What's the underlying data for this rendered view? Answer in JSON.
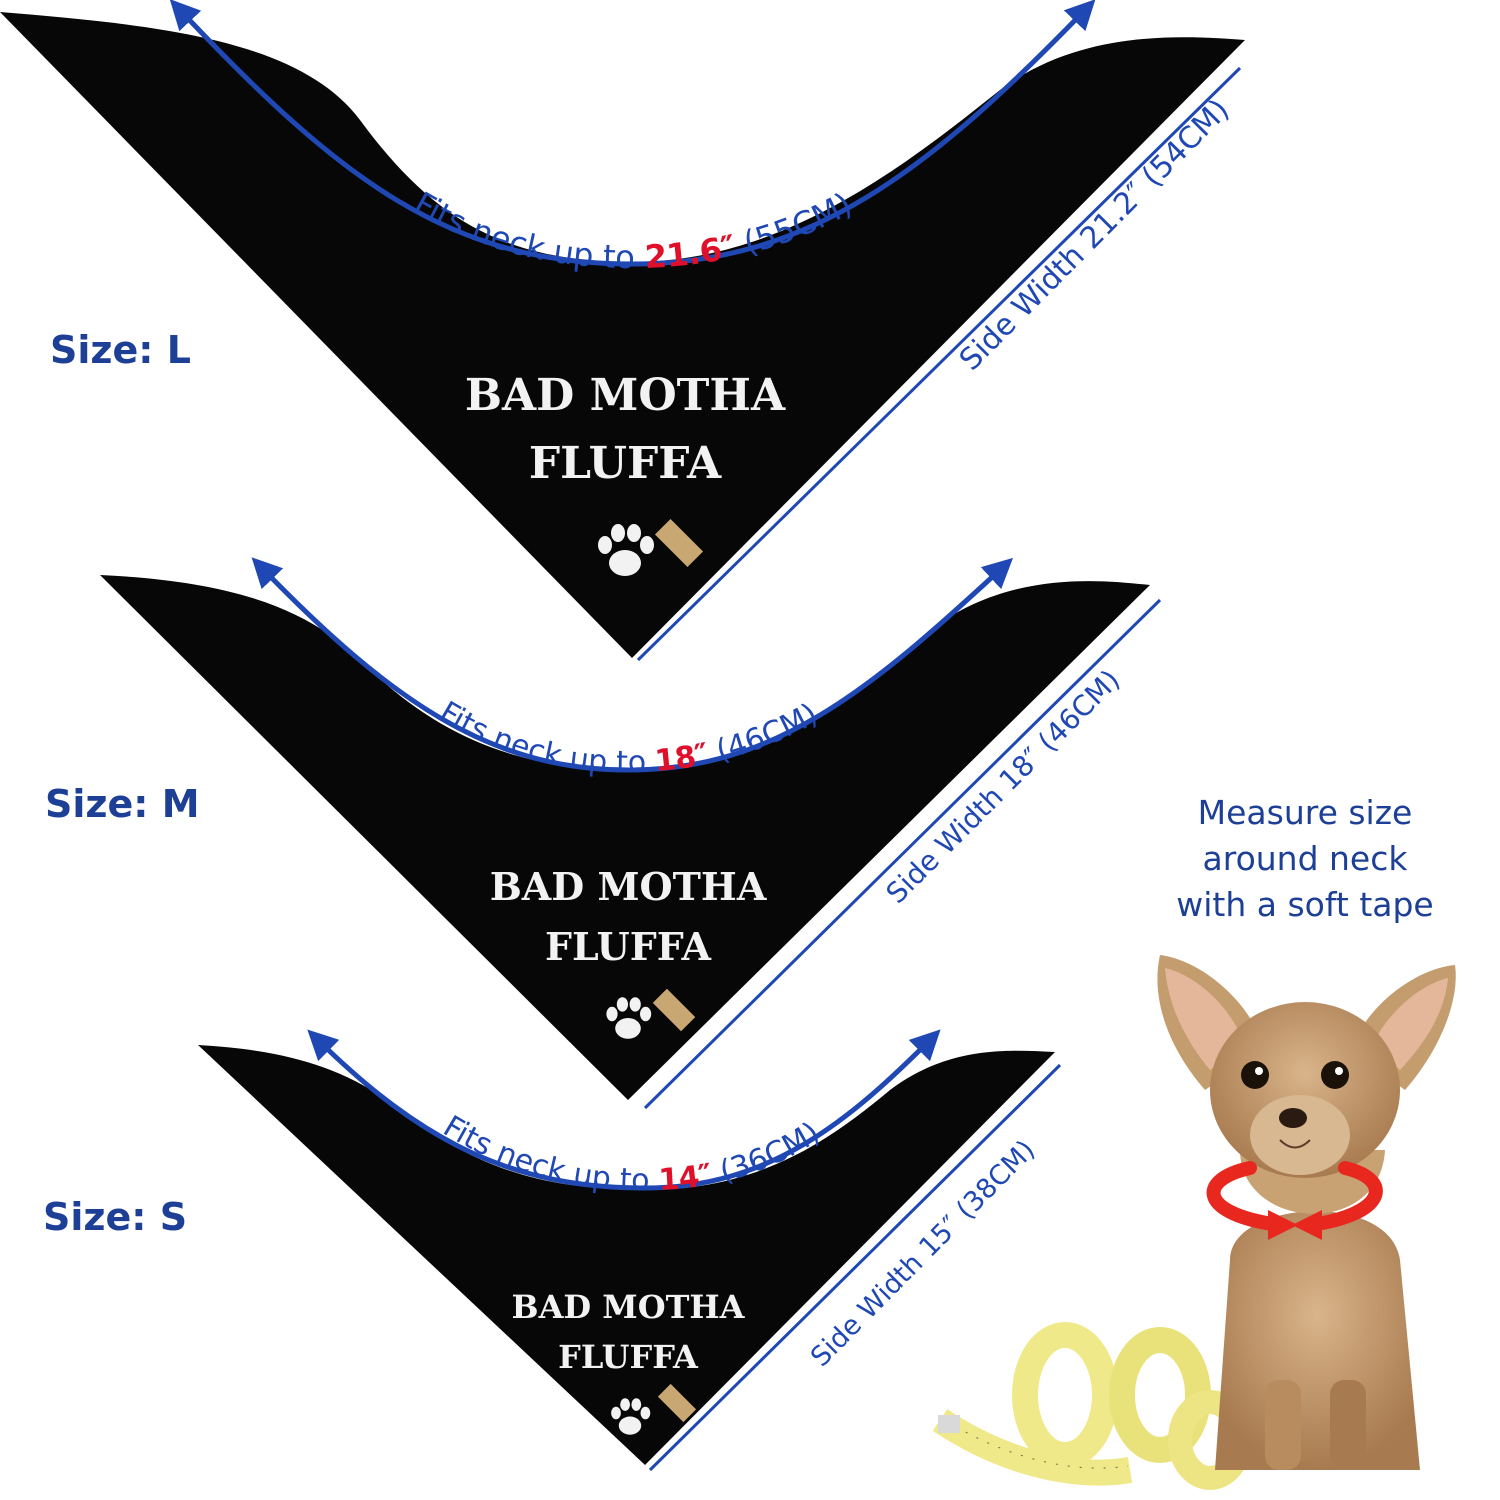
{
  "sizes": [
    {
      "label": "Size: L",
      "neck_prefix": "Fits neck up to ",
      "neck_value": "21.6″",
      "neck_metric": " (55CM)",
      "side_width": "Side Width 21.2″ (54CM)",
      "print_line1": "BAD MOTHA",
      "print_line2": "FLUFFA"
    },
    {
      "label": "Size: M",
      "neck_prefix": "Fits neck up to ",
      "neck_value": "18″",
      "neck_metric": " (46CM)",
      "side_width": "Side Width 18″ (46CM)",
      "print_line1": "BAD MOTHA",
      "print_line2": "FLUFFA"
    },
    {
      "label": "Size: S",
      "neck_prefix": "Fits neck up to ",
      "neck_value": "14″",
      "neck_metric": " (36CM)",
      "side_width": "Side Width 15″ (38CM)",
      "print_line1": "BAD MOTHA",
      "print_line2": "FLUFFA"
    }
  ],
  "measure_note": {
    "line1": "Measure size",
    "line2": "around neck",
    "line3": "with a soft tape"
  },
  "colors": {
    "label_blue": "#1d3f96",
    "arrow_blue": "#1f48b4",
    "highlight_red": "#e0102a",
    "bandana": "#070707",
    "neck_arrow_red": "#e8281e",
    "tape_yellow": "#efe98a"
  },
  "icons": {
    "paw": "paw-print-icon",
    "tag": "brand-tag-icon",
    "dog": "chihuahua-photo",
    "tape": "measuring-tape-photo",
    "neck_arrows": "rotate-around-neck-icon"
  }
}
